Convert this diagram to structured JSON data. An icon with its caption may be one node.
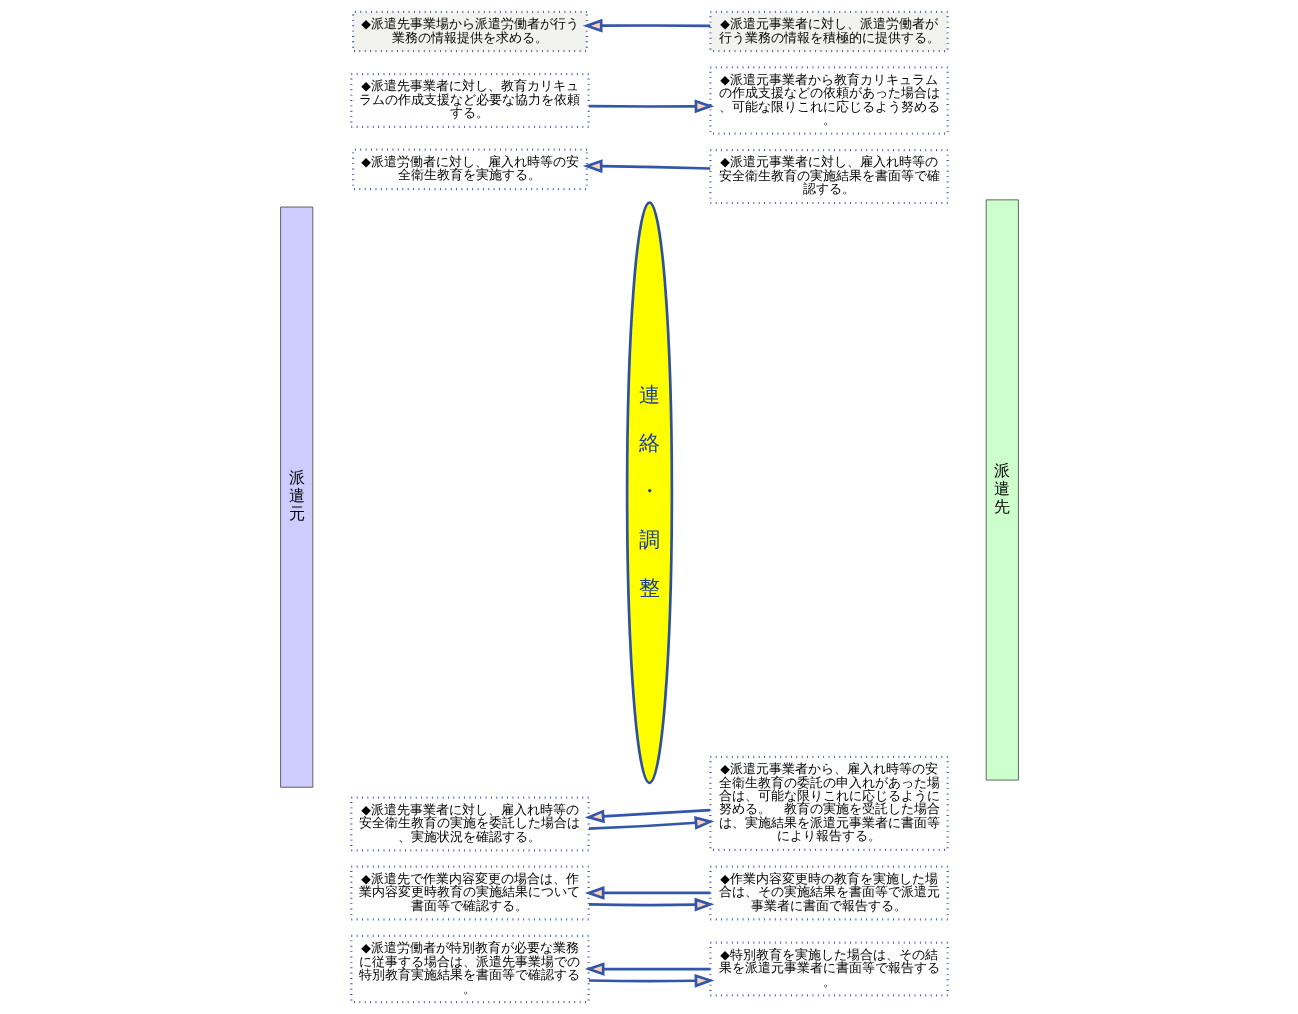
{
  "diagram": {
    "nodes": [
      {
        "text": [
          "派遣元"
        ]
      },
      {
        "text": [
          "連絡・調整"
        ]
      },
      {
        "text": [
          "派遣先"
        ]
      },
      {
        "text": [
          "◆派遣先事業場から派遣労働者が行う業務の情報提供を求める。"
        ]
      },
      {
        "text": [
          "◆派遣元事業者に対し、派遣労働者が行う業務の情報を積極的に提供する。"
        ]
      },
      {
        "text": [
          "◆派遣先事業者に対し、教育カリキュラムの作成支援など必要な協力を依頼する。"
        ]
      },
      {
        "text": [
          "◆派遣元事業者から教育カリキュラムの作成支援などの依頼があった場合は、可能な限りこれに応じるよう努める。"
        ]
      },
      {
        "text": [
          "◆派遣労働者に対し、雇入れ時等の安全衛生教育を実施する。"
        ]
      },
      {
        "text": [
          "◆派遣元事業者に対し、雇入れ時等の安全衛生教育の実施結果を書面等で確認する。"
        ]
      },
      {
        "text": [
          "◆派遣先事業者に対し、雇入れ時等の安全衛生教育の実施を委託した場合は、実施状況を確認する。"
        ]
      },
      {
        "text": [
          "◆派遣元事業者から、雇入れ時等の安全衛生教育の委託の申入れがあった場合は、可能な限りこれに応じるように努める。　教育の実施を受託した場合は、実施結果を派遣元事業者に書面等により報告する。"
        ]
      },
      {
        "text": [
          "◆派遣先で作業内容変更の場合は、作業内容変更時教育の実施結果について書面等で確認する。"
        ]
      },
      {
        "text": [
          "◆作業内容変更時の教育を実施した場合は、その実施結果を書面等で派遣元事業者に書面で報告する。"
        ]
      },
      {
        "text": [
          "◆派遣労働者が特別教育が必要な業務に従事する場合は、派遣先事業場での特別教育実施結果を書面等で確認する。"
        ]
      },
      {
        "text": [
          "◆特別教育を実施した場合は、その結果を派遣元事業者に書面等で報告する。"
        ]
      }
    ],
    "edges": [
      {
        "from": 4,
        "to": 3,
        "arrow": "to"
      },
      {
        "from": 5,
        "to": 6,
        "arrow": "to"
      },
      {
        "from": 8,
        "to": 7,
        "arrow": "to"
      },
      {
        "from": 9,
        "to": 10,
        "arrow": "to"
      },
      {
        "from": 10,
        "to": 9,
        "arrow": "to"
      },
      {
        "from": 11,
        "to": 12,
        "arrow": "to"
      },
      {
        "from": 12,
        "to": 11,
        "arrow": "to"
      },
      {
        "from": 13,
        "to": 14,
        "arrow": "to"
      },
      {
        "from": 14,
        "to": 13,
        "arrow": "to"
      }
    ]
  }
}
